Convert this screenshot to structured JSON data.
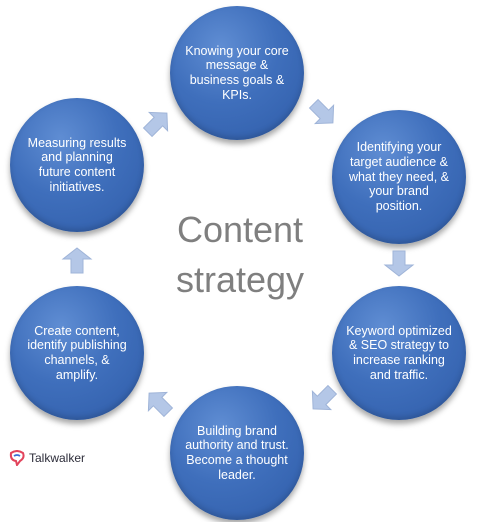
{
  "diagram": {
    "center_title_line1": "Content",
    "center_title_line2": "strategy",
    "steps": [
      "Knowing your core message & business goals & KPIs.",
      "Identifying your target audience & what they need, & your brand position.",
      "Keyword optimized & SEO strategy to increase ranking and traffic.",
      "Building brand authority and trust. Become a thought leader.",
      "Create content, identify publishing channels, & amplify.",
      "Measuring results and planning future content initiatives."
    ]
  },
  "brand": {
    "name": "Talkwalker"
  },
  "colors": {
    "circle": "#3f6fbc",
    "arrow": "#b4c7e7",
    "center_text": "#7f7f7f"
  }
}
